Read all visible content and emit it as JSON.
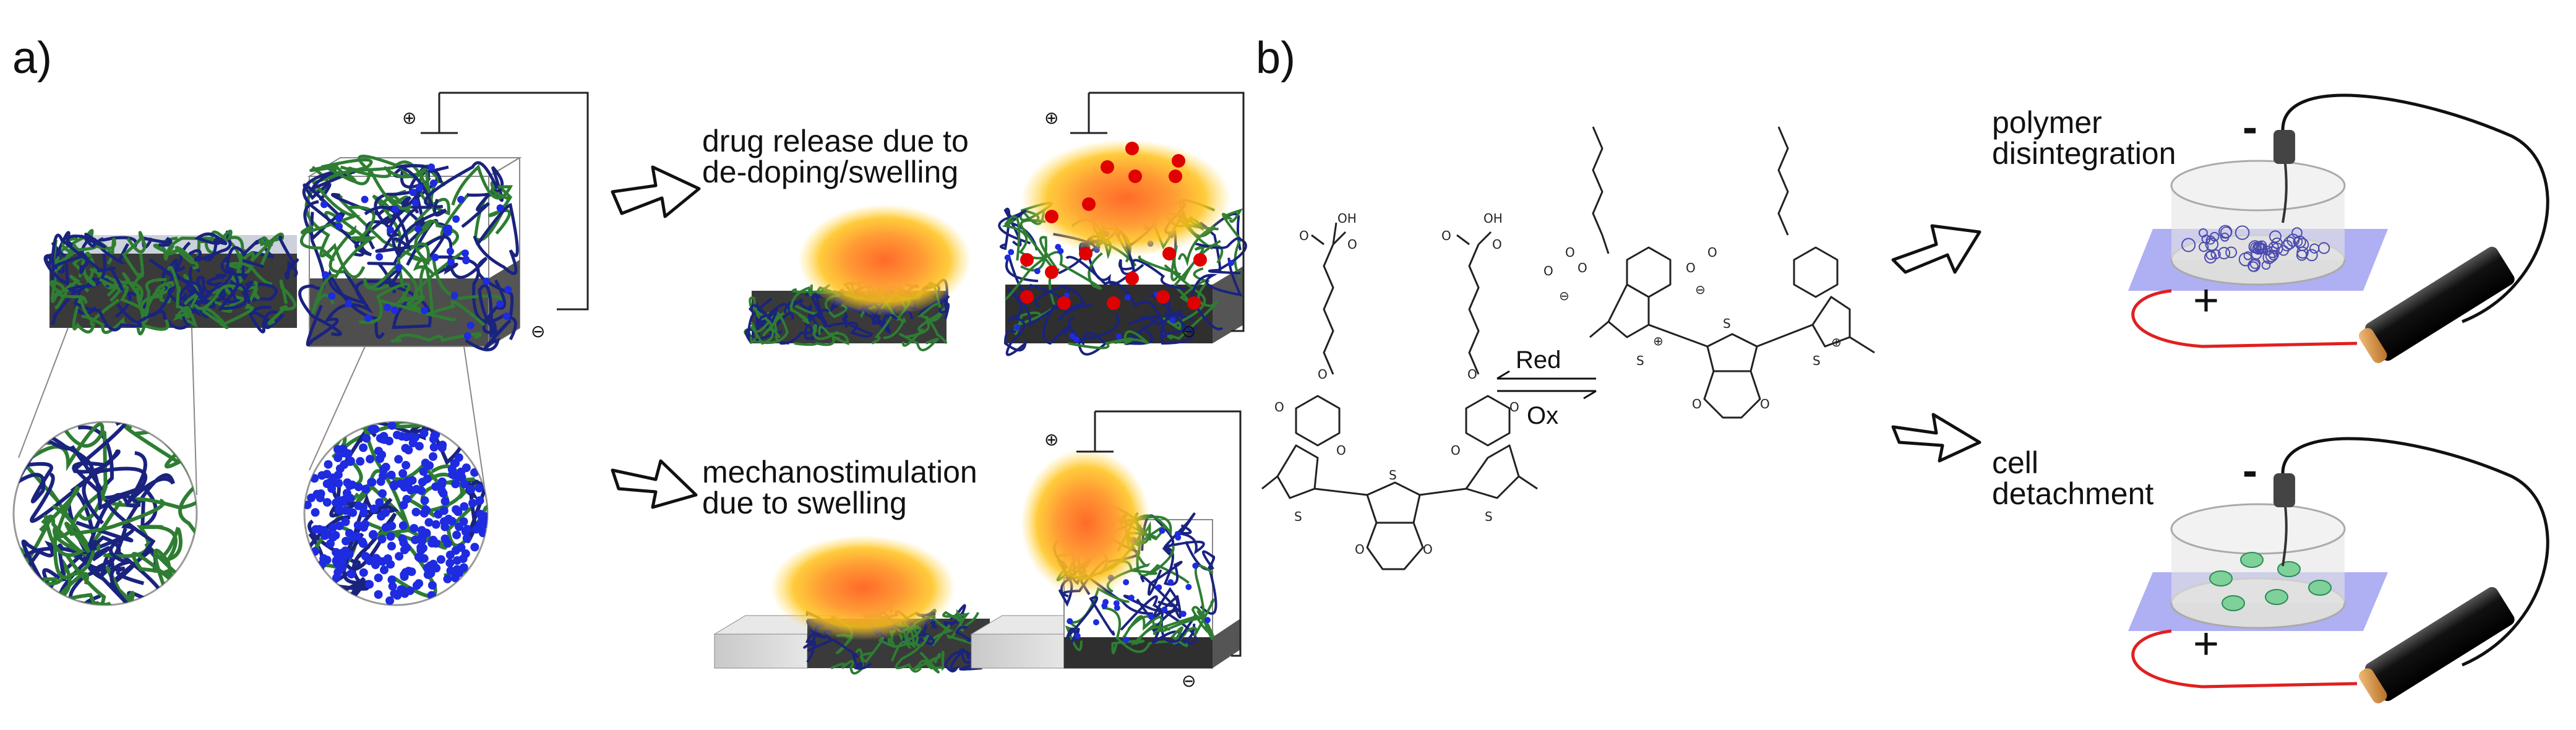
{
  "panels": {
    "a": "a)",
    "b": "b)"
  },
  "captions": {
    "drug_release": [
      "drug release due to",
      "de-doping/swelling"
    ],
    "mechanostimulation": [
      "mechanostimulation",
      "due to swelling"
    ],
    "polymer_disintegration": [
      "polymer",
      "disintegration"
    ],
    "cell_detachment": [
      "cell",
      "detachment"
    ]
  },
  "reaction": {
    "forward": "Red",
    "backward": "Ox"
  },
  "chem_labels": {
    "oh": "OH",
    "o": "O",
    "s": "S",
    "plus_small": "⊕",
    "minus_small": "⊖"
  },
  "electrodes": {
    "positive": "⊕",
    "negative": "⊖",
    "battery_minus": "-",
    "battery_plus": "+"
  },
  "colors": {
    "fiber_blue": "#1a237e",
    "fiber_green": "#2e7d32",
    "dots": "#1e2be0",
    "drug": "#e00000",
    "cell_core": "#ff8a3d",
    "cell_glow": "#ffc21a",
    "substrate": "#444444",
    "battery": "#111111",
    "battery_cap": "#d18c3a",
    "plate": "#9b9bf0",
    "wire_red": "#e02020"
  }
}
